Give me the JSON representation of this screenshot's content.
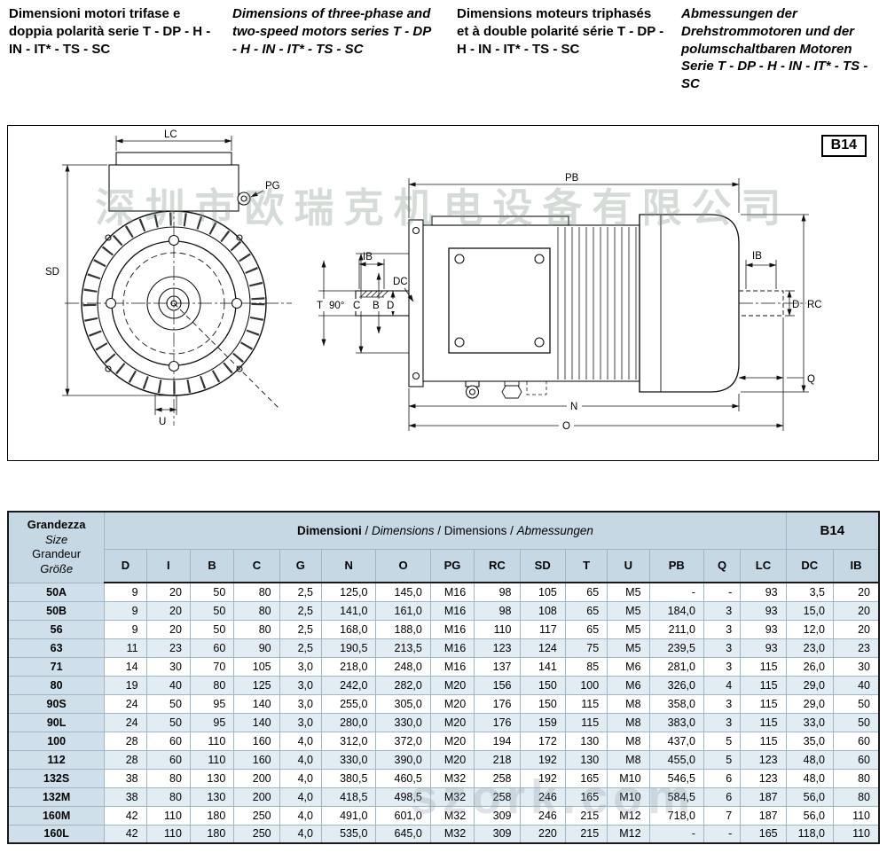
{
  "intro": {
    "it": "Dimensioni motori trifase e doppia polarità serie T - DP - H - IN - IT* - TS - SC",
    "en": "Dimensions of three-phase and two-speed motors series T - DP - H - IN - IT* - TS - SC",
    "fr": "Dimensions moteurs triphasés et à double polarité série T - DP - H - IN - IT* - TS - SC",
    "de": "Abmessungen der Drehstrommotoren und der polumschaltbaren Motoren Serie T - DP - H - IN - IT* - TS - SC"
  },
  "drawing": {
    "badge": "B14",
    "watermark": "深圳市欧瑞克机电设备有限公司",
    "labels": {
      "lc": "LC",
      "pg": "PG",
      "sd": "SD",
      "u": "U",
      "t": "T",
      "angle": "90°",
      "c": "C",
      "b": "B",
      "d1": "D",
      "ib1": "IB",
      "dc": "DC",
      "pb": "PB",
      "ib2": "IB",
      "d2": "D",
      "rc": "RC",
      "q": "Q",
      "n": "N",
      "o": "O"
    }
  },
  "table": {
    "corner": [
      "Grandezza",
      "Size",
      "Grandeur",
      "Größe"
    ],
    "sep": " / ",
    "title": [
      "Dimensioni",
      "Dimensions",
      "Dimensions",
      "Abmessungen"
    ],
    "badge": "B14",
    "watermark": "szork.com",
    "columns": [
      "D",
      "I",
      "B",
      "C",
      "G",
      "N",
      "O",
      "PG",
      "RC",
      "SD",
      "T",
      "U",
      "PB",
      "Q",
      "LC",
      "DC",
      "IB"
    ],
    "rows": [
      {
        "size": "50A",
        "values": [
          "9",
          "20",
          "50",
          "80",
          "2,5",
          "125,0",
          "145,0",
          "M16",
          "98",
          "105",
          "65",
          "M5",
          "-",
          "-",
          "93",
          "3,5",
          "20"
        ]
      },
      {
        "size": "50B",
        "values": [
          "9",
          "20",
          "50",
          "80",
          "2,5",
          "141,0",
          "161,0",
          "M16",
          "98",
          "108",
          "65",
          "M5",
          "184,0",
          "3",
          "93",
          "15,0",
          "20"
        ]
      },
      {
        "size": "56",
        "values": [
          "9",
          "20",
          "50",
          "80",
          "2,5",
          "168,0",
          "188,0",
          "M16",
          "110",
          "117",
          "65",
          "M5",
          "211,0",
          "3",
          "93",
          "12,0",
          "20"
        ]
      },
      {
        "size": "63",
        "values": [
          "11",
          "23",
          "60",
          "90",
          "2,5",
          "190,5",
          "213,5",
          "M16",
          "123",
          "124",
          "75",
          "M5",
          "239,5",
          "3",
          "93",
          "23,0",
          "23"
        ]
      },
      {
        "size": "71",
        "values": [
          "14",
          "30",
          "70",
          "105",
          "3,0",
          "218,0",
          "248,0",
          "M16",
          "137",
          "141",
          "85",
          "M6",
          "281,0",
          "3",
          "115",
          "26,0",
          "30"
        ]
      },
      {
        "size": "80",
        "values": [
          "19",
          "40",
          "80",
          "125",
          "3,0",
          "242,0",
          "282,0",
          "M20",
          "156",
          "150",
          "100",
          "M6",
          "326,0",
          "4",
          "115",
          "29,0",
          "40"
        ]
      },
      {
        "size": "90S",
        "values": [
          "24",
          "50",
          "95",
          "140",
          "3,0",
          "255,0",
          "305,0",
          "M20",
          "176",
          "150",
          "115",
          "M8",
          "358,0",
          "3",
          "115",
          "29,0",
          "50"
        ]
      },
      {
        "size": "90L",
        "values": [
          "24",
          "50",
          "95",
          "140",
          "3,0",
          "280,0",
          "330,0",
          "M20",
          "176",
          "159",
          "115",
          "M8",
          "383,0",
          "3",
          "115",
          "33,0",
          "50"
        ]
      },
      {
        "size": "100",
        "values": [
          "28",
          "60",
          "110",
          "160",
          "4,0",
          "312,0",
          "372,0",
          "M20",
          "194",
          "172",
          "130",
          "M8",
          "437,0",
          "5",
          "115",
          "35,0",
          "60"
        ]
      },
      {
        "size": "112",
        "values": [
          "28",
          "60",
          "110",
          "160",
          "4,0",
          "330,0",
          "390,0",
          "M20",
          "218",
          "192",
          "130",
          "M8",
          "455,0",
          "5",
          "123",
          "48,0",
          "60"
        ]
      },
      {
        "size": "132S",
        "values": [
          "38",
          "80",
          "130",
          "200",
          "4,0",
          "380,5",
          "460,5",
          "M32",
          "258",
          "192",
          "165",
          "M10",
          "546,5",
          "6",
          "123",
          "48,0",
          "80"
        ]
      },
      {
        "size": "132M",
        "values": [
          "38",
          "80",
          "130",
          "200",
          "4,0",
          "418,5",
          "498,5",
          "M32",
          "258",
          "246",
          "165",
          "M10",
          "584,5",
          "6",
          "187",
          "56,0",
          "80"
        ]
      },
      {
        "size": "160M",
        "values": [
          "42",
          "110",
          "180",
          "250",
          "4,0",
          "491,0",
          "601,0",
          "M32",
          "309",
          "246",
          "215",
          "M12",
          "718,0",
          "7",
          "187",
          "56,0",
          "110"
        ]
      },
      {
        "size": "160L",
        "values": [
          "42",
          "110",
          "180",
          "250",
          "4,0",
          "535,0",
          "645,0",
          "M32",
          "309",
          "220",
          "215",
          "M12",
          "-",
          "-",
          "165",
          "118,0",
          "110"
        ]
      }
    ]
  }
}
